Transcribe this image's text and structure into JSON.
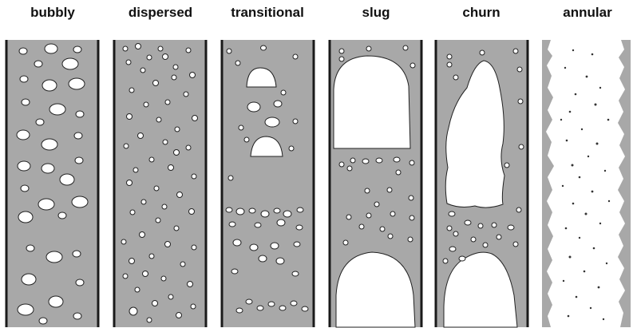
{
  "regimes": [
    {
      "id": "bubbly",
      "label": "bubbly"
    },
    {
      "id": "dispersed",
      "label": "dispersed"
    },
    {
      "id": "transitional",
      "label": "transitional"
    },
    {
      "id": "slug",
      "label": "slug"
    },
    {
      "id": "churn",
      "label": "churn"
    },
    {
      "id": "annular",
      "label": "annular"
    }
  ],
  "colors": {
    "liquid": "#a8a8a8",
    "gas": "#ffffff",
    "wall": "#1a1a1a",
    "text": "#111111"
  }
}
